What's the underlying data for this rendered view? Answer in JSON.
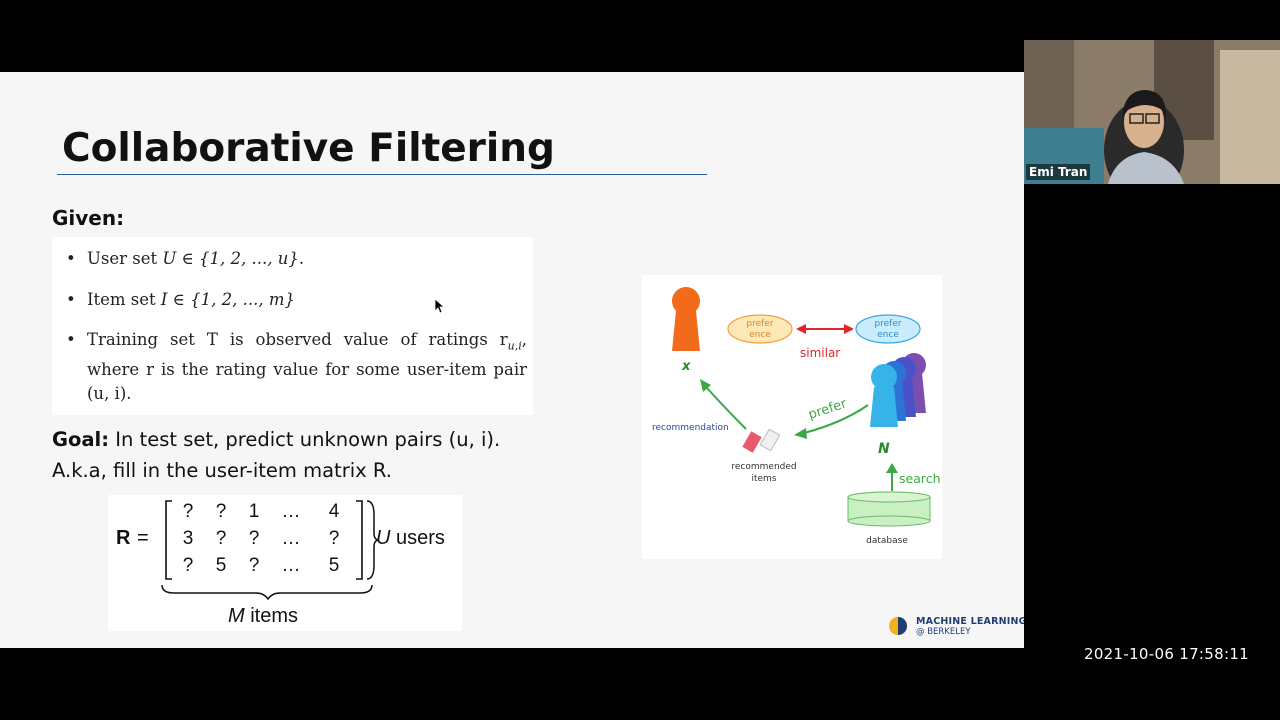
{
  "slide": {
    "title": "Collaborative Filtering",
    "given_label": "Given:",
    "bullets": [
      {
        "prefix": "User set ",
        "math": "U ∈ {1, 2, ..., u}",
        "suffix": "."
      },
      {
        "prefix": "Item set ",
        "math": "I ∈ {1, 2, ..., m}",
        "suffix": ""
      },
      {
        "text": "Training set T is observed value of ratings r",
        "sub": "u,i",
        "rest": ", where r is the rating value for some user-item pair (u, i)."
      }
    ],
    "goal_label": "Goal:",
    "goal_text": " In test set, predict unknown pairs (u, i).",
    "goal_line2": "A.k.a, fill in the user-item matrix R.",
    "matrix": {
      "name": "R",
      "equals": "=",
      "rows": [
        [
          "?",
          "?",
          "1",
          "…",
          "4"
        ],
        [
          "3",
          "?",
          "?",
          "…",
          "?"
        ],
        [
          "?",
          "5",
          "?",
          "…",
          "5"
        ]
      ],
      "row_label_var": "U",
      "row_label_word": " users",
      "col_label_var": "M",
      "col_label_word": " items"
    },
    "diagram": {
      "pref_left": [
        "prefer",
        "ence"
      ],
      "pref_right": [
        "prefer",
        "ence"
      ],
      "similar": "similar",
      "x_label": "x",
      "n_label": "N",
      "prefer": "prefer",
      "recommendation": "recommendation",
      "recommended_items": [
        "recommended",
        "items"
      ],
      "search": "search",
      "database": "database"
    },
    "logo": {
      "line1": "MACHINE LEARNING",
      "line2": "@ BERKELEY"
    }
  },
  "participant": {
    "name": "Emi Tran"
  },
  "timestamp": "2021-10-06  17:58:11",
  "colors": {
    "slide_bg": "#f6f6f6",
    "title_rule": "#2f5f8f",
    "orange_user": "#f26a1b",
    "blue_users": "#36b4e8",
    "arrow_green": "#3aa845",
    "arrow_red": "#e0262b",
    "label_blue": "#2746a8"
  }
}
